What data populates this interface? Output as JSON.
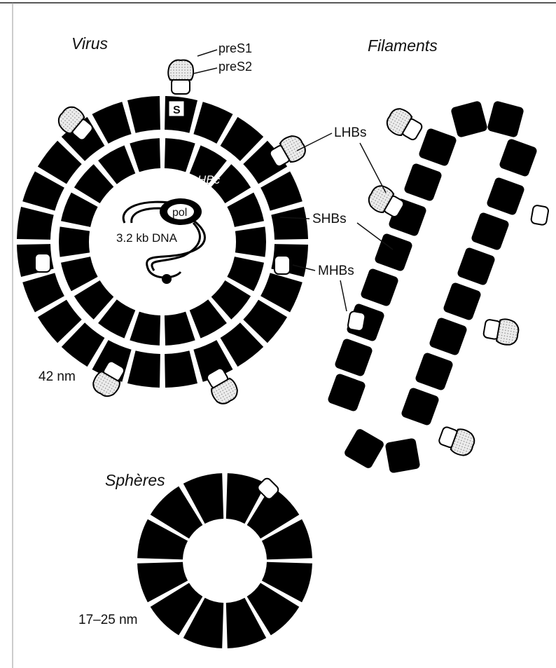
{
  "labels": {
    "virus": "Virus",
    "filaments": "Filaments",
    "spheres": "Sphères",
    "preS1": "preS1",
    "preS2": "preS2",
    "s_box": "S",
    "hbc": "HBc",
    "pol": "pol",
    "dna": "3.2 kb DNA",
    "lhbs": "LHBs",
    "shbs": "SHBs",
    "mhbs": "MHBs",
    "virus_size": "42 nm",
    "sphere_size": "17–25 nm"
  },
  "colors": {
    "protein": "#000000",
    "background": "#ffffff",
    "preS_fill": "#e4e4e4",
    "outline": "#000000"
  }
}
